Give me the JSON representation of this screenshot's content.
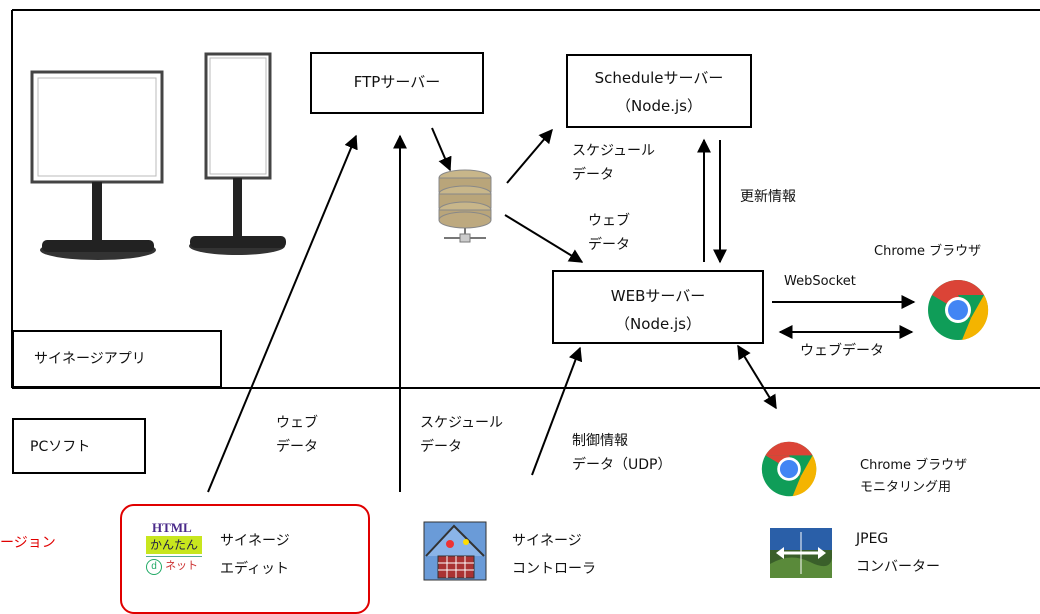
{
  "servers": {
    "ftp": {
      "label": "FTPサーバー"
    },
    "schedule": {
      "label": "Scheduleサーバー",
      "sub": "（Node.js）"
    },
    "web": {
      "label": "WEBサーバー",
      "sub": "（Node.js）"
    }
  },
  "regions": {
    "signage_app": "サイネージアプリ",
    "pc_soft": "PCソフト"
  },
  "edge_labels": {
    "schedule_data_1": [
      "スケジュール",
      "データ"
    ],
    "web_data_1": [
      "ウェブ",
      "データ"
    ],
    "update_info": "更新情報",
    "websocket": "WebSocket",
    "web_data_2": "ウェブデータ",
    "web_data_3": [
      "ウェブ",
      "データ"
    ],
    "schedule_data_2": [
      "スケジュール",
      "データ"
    ],
    "control_info": [
      "制御情報",
      "データ（UDP）"
    ]
  },
  "browsers": {
    "chrome_top": "Chrome ブラウザ",
    "chrome_monitor": [
      "Chrome ブラウザ",
      "モニタリング用"
    ]
  },
  "apps": {
    "editor": {
      "label": [
        "サイネージ",
        "エディット"
      ],
      "logo": [
        "HTML",
        "かんたん",
        "ネット"
      ]
    },
    "controller": {
      "label": [
        "サイネージ",
        "コントローラ"
      ]
    },
    "jpeg": {
      "label": [
        "JPEG",
        "コンバーター"
      ]
    }
  },
  "annotation": "ージョン",
  "colors": {
    "highlight": "#e00000",
    "chrome_red": "#db4437",
    "chrome_yellow": "#f4b400",
    "chrome_green": "#0f9d58",
    "chrome_blue": "#4285f4"
  }
}
